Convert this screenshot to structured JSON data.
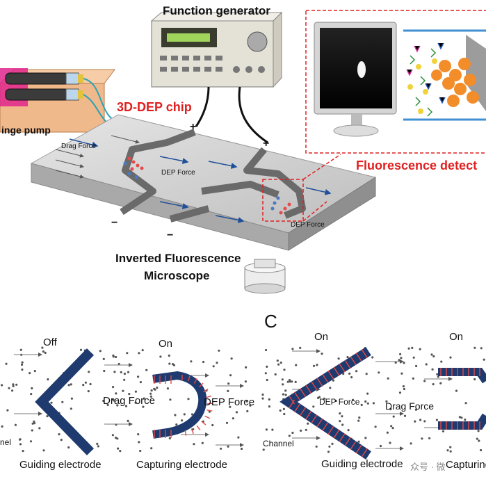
{
  "top": {
    "function_generator": "Function generator",
    "syringe_pump": "inge pump",
    "chip_label": "3D-DEP chip",
    "fluorescence": "Fluorescence detect",
    "drag_force": "Drag Force",
    "dep_force_a": "DEP Force",
    "dep_force_b": "DEP Force",
    "plus_a": "+",
    "plus_b": "+",
    "minus_a": "−",
    "minus_b": "−",
    "microscope_l1": "Inverted Fluorescence",
    "microscope_l2": "Microscope"
  },
  "panel_b": {
    "off": "Off",
    "on": "On",
    "drag_force": "Drag Force",
    "dep_force": "DEP Force",
    "channel": "nel",
    "guiding": "Guiding electrode",
    "capturing": "Capturing electrode"
  },
  "panel_c": {
    "letter": "C",
    "on_a": "On",
    "on_b": "On",
    "dep_force": "DEP Force",
    "drag_force": "Drag Force",
    "channel": "Channel",
    "guiding": "Guiding electrode",
    "capturing": "Capturing e"
  },
  "watermark": "众号 · 微",
  "colors": {
    "electrode": "#1f3a6e",
    "label_red": "#e02020",
    "chip_gray": "#c8c8c8",
    "particle_red": "#e34a4a"
  }
}
